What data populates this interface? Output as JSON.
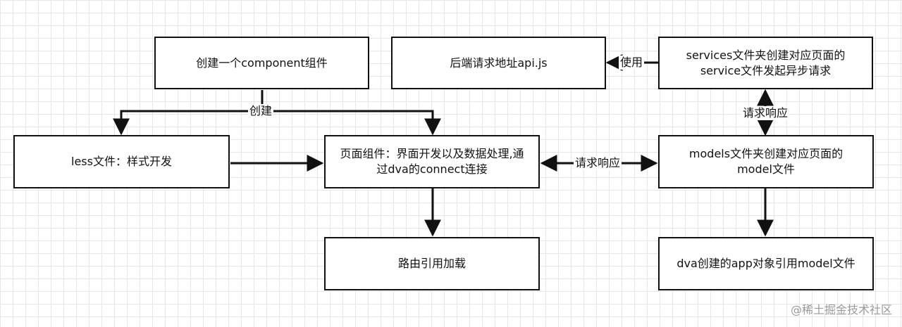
{
  "nodes": {
    "create_component": "创建一个component组件",
    "backend_api": "后端请求地址api.js",
    "services_folder": "services文件夹创建对应页面的service文件发起异步请求",
    "less_file": "less文件：样式开发",
    "page_component": "页面组件：界面开发以及数据处理,通过dva的connect连接",
    "models_folder": "models文件夹创建对应页面的model文件",
    "route_load": "路由引用加载",
    "dva_app": "dva创建的app对象引用model文件"
  },
  "edges": {
    "create_label": "创建",
    "use_label": "使用",
    "request_response_vertical": "请求响应",
    "request_response_horizontal": "请求响应"
  },
  "watermark": "@稀土掘金技术社区",
  "colors": {
    "stroke": "#111111",
    "grid": "#e6e6e6",
    "watermark": "#9a9a9a"
  }
}
